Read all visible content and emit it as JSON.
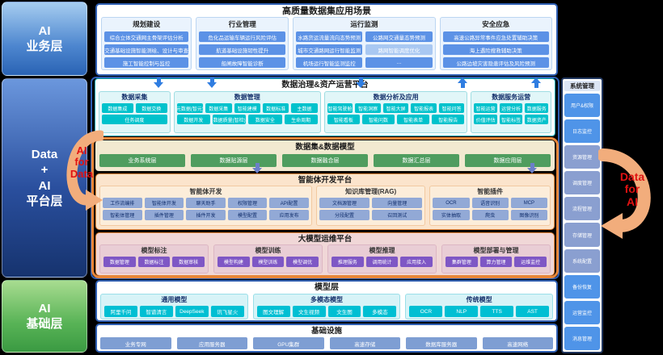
{
  "palette": {
    "accent_blue": "#5c92e6",
    "accent_cyan": "#00c2cc",
    "accent_green": "#4f9d5f",
    "accent_purple": "#7e57c5",
    "accent_orange": "#e8873a",
    "arrow_red": "#e11212"
  },
  "left_layers": [
    {
      "label": "AI\n业务层"
    },
    {
      "label": "Data\n+\nAI\n平台层"
    },
    {
      "label": "AI\n基础层"
    }
  ],
  "app_layer": {
    "title": "高质量数据集应用场景",
    "columns": [
      {
        "title": "规划建设",
        "items": [
          "综合立体交通网主骨架评估分析",
          "交通基础设施智能测绘、设计与审查",
          "施工智能控制与监控"
        ]
      },
      {
        "title": "行业管理",
        "items": [
          "危化品运输车辆运行风险评估",
          "航道基础设施韧性提升",
          "船闸故障智能诊断"
        ]
      },
      {
        "title": "运行监测",
        "items": [
          "水路货运流量流向态势预测",
          "城市交通路网运行智能监测",
          "机场运行智能监测监控",
          "公路网交通量态势预测",
          "路网智能调度优化",
          "…"
        ]
      },
      {
        "title": "安全应急",
        "items": [
          "高速公路异常事件应急处置辅助决策",
          "海上遇险搜救辅助决策",
          "公路边坡灾害隐患评估及风险预测"
        ]
      }
    ]
  },
  "governance": {
    "title": "数据治理&资产运营平台",
    "groups": [
      {
        "title": "数据采集",
        "row1": [
          "数据集成",
          "数据交换"
        ],
        "row2": [
          "任务调度"
        ]
      },
      {
        "title": "数据管理",
        "row1": [
          "元数据(智元)",
          "数据采集",
          "智能建模",
          "数据标准",
          "主数据"
        ],
        "row2": [
          "数据开发",
          "数据质量(智检)",
          "数据安全",
          "生命周期"
        ]
      },
      {
        "title": "数据分析及应用",
        "row1": [
          "智能驾驶舱",
          "智能洞察",
          "智能大屏",
          "智能报表",
          "智能问答"
        ],
        "row2": [
          "智能看板",
          "智能问数",
          "智能表单",
          "智能报告"
        ]
      },
      {
        "title": "数据服务运营",
        "row1": [
          "智能运营",
          "运营分析",
          "数据服务"
        ],
        "row2": [
          "价值评估",
          "智能标签",
          "数据资产"
        ]
      }
    ]
  },
  "dataset_layer": {
    "title": "数据集&数据模型",
    "items": [
      "业务系统层",
      "数据贴源层",
      "数据融合层",
      "数据汇总层",
      "数据应用层"
    ]
  },
  "agent_platform": {
    "title": "智能体开发平台",
    "groups": [
      {
        "title": "智能体开发",
        "row1": [
          "工作流编排",
          "智能体开发",
          "聊天助手",
          "权限管理",
          "API配置"
        ],
        "row2": [
          "智能体管理",
          "插件管理",
          "插件开发",
          "模型配置",
          "应用发布"
        ]
      },
      {
        "title": "知识库管理(RAG)",
        "row1": [
          "文档源管理",
          "向量管理"
        ],
        "row2": [
          "分段配置",
          "召回测试"
        ]
      },
      {
        "title": "智能插件",
        "row1": [
          "OCR",
          "语音识别",
          "MCP"
        ],
        "row2": [
          "实体抽取",
          "爬虫",
          "图像识别"
        ]
      }
    ]
  },
  "llm_platform": {
    "title": "大模型运维平台",
    "groups": [
      {
        "title": "模型标注",
        "items": [
          "数据管理",
          "数据标注",
          "数据审核"
        ]
      },
      {
        "title": "模型训练",
        "items": [
          "模型构建",
          "模型训练",
          "模型调优"
        ]
      },
      {
        "title": "模型推理",
        "items": [
          "推理服务",
          "调用统计",
          "应用接入"
        ]
      },
      {
        "title": "模型部署与管理",
        "items": [
          "集群管理",
          "算力管理",
          "运维监控"
        ]
      }
    ]
  },
  "model_layer": {
    "title": "模型层",
    "groups": [
      {
        "title": "通用模型",
        "items": [
          "阿里千问",
          "智谱清言",
          "DeepSeek",
          "讯飞星火"
        ]
      },
      {
        "title": "多模态模型",
        "items": [
          "图文理解",
          "文生视频",
          "文生图",
          "多模态"
        ]
      },
      {
        "title": "传统模型",
        "items": [
          "OCR",
          "NLP",
          "TTS",
          "AST"
        ]
      }
    ]
  },
  "infrastructure": {
    "title": "基础设施",
    "items": [
      "业务专网",
      "应用服务器",
      "GPU集群",
      "高速存储",
      "数据库服务器",
      "高速网络"
    ]
  },
  "system_management": {
    "title": "系统管理",
    "items": [
      "用户&权限",
      "日志监控",
      "资源管理",
      "调度管理",
      "流程管理",
      "存储管理",
      "系统配置",
      "备份恢复",
      "运营监控",
      "消息管理"
    ]
  },
  "arrows": {
    "left_label": "AI\nfor\nData",
    "right_label": "Data\nfor\nAI"
  }
}
